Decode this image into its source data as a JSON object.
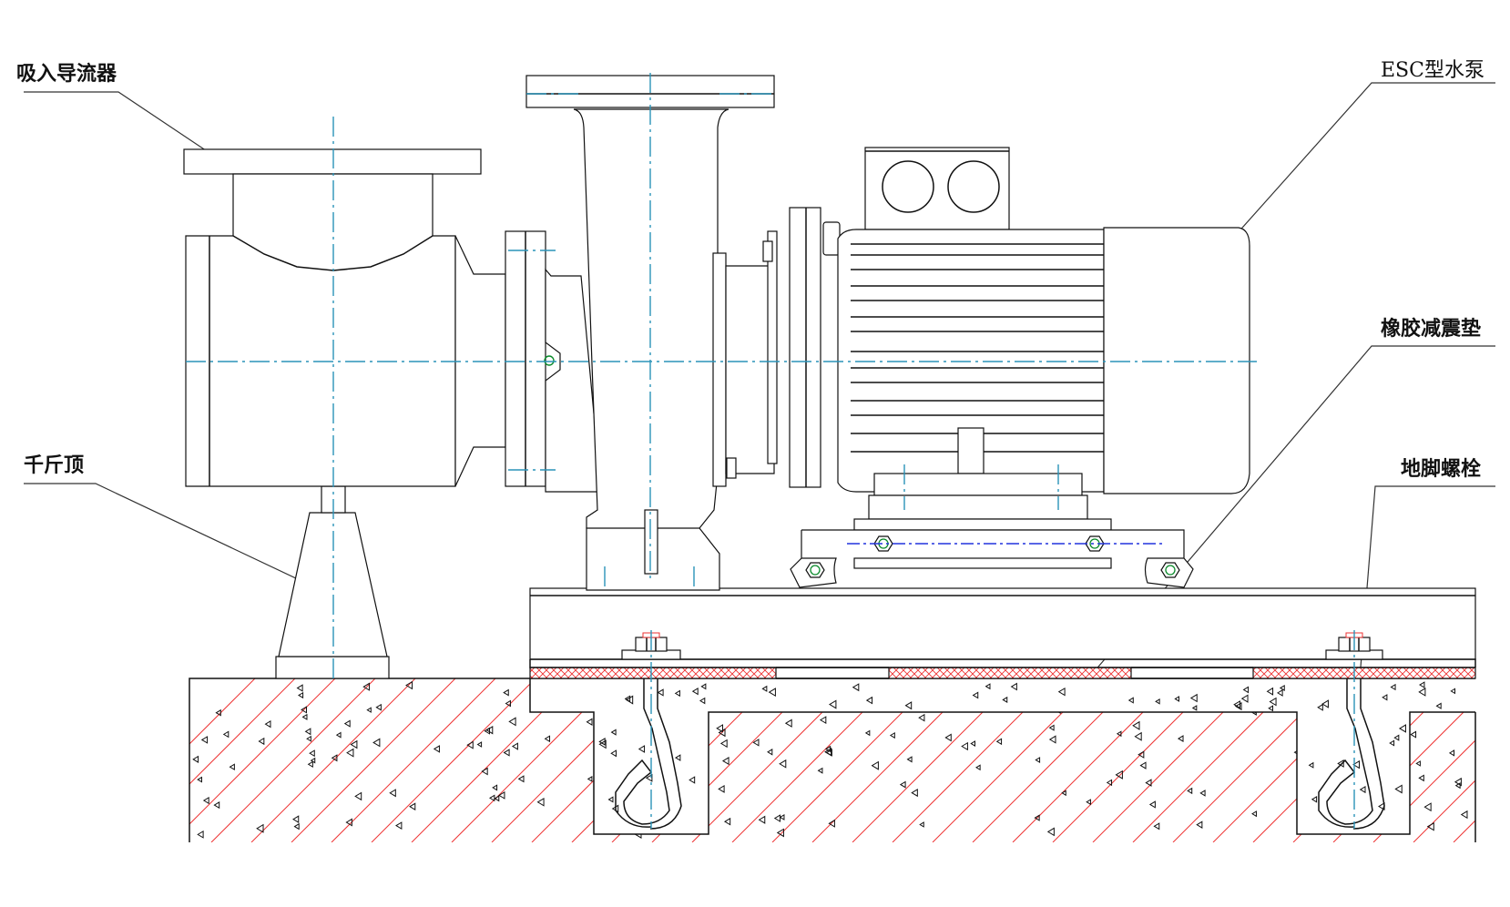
{
  "drawing": {
    "title": "ESC pump installation diagram",
    "labels": {
      "suction_guide": "吸入导流器",
      "jack": "千斤顶",
      "pump": "ESC型水泵",
      "rubber_pad": "橡胶减震垫",
      "anchor_bolt": "地脚螺栓"
    },
    "colors": {
      "outline": "#111111",
      "centerline": "#2a93b8",
      "centerline_alt": "#2233dd",
      "concrete_hatch": "#ee3333",
      "rubber_pad": "#ee3333",
      "bolt_ring": "#0a8a2a"
    },
    "components": [
      {
        "id": "suction-guide",
        "label_key": "suction_guide"
      },
      {
        "id": "jack",
        "label_key": "jack"
      },
      {
        "id": "pump-volute",
        "label_key": "pump"
      },
      {
        "id": "motor",
        "label_key": "pump"
      },
      {
        "id": "terminal-box"
      },
      {
        "id": "base-frame"
      },
      {
        "id": "rubber-pad",
        "label_key": "rubber_pad",
        "count": 3
      },
      {
        "id": "anchor-bolt",
        "label_key": "anchor_bolt",
        "count": 2
      },
      {
        "id": "concrete-foundation"
      }
    ]
  }
}
